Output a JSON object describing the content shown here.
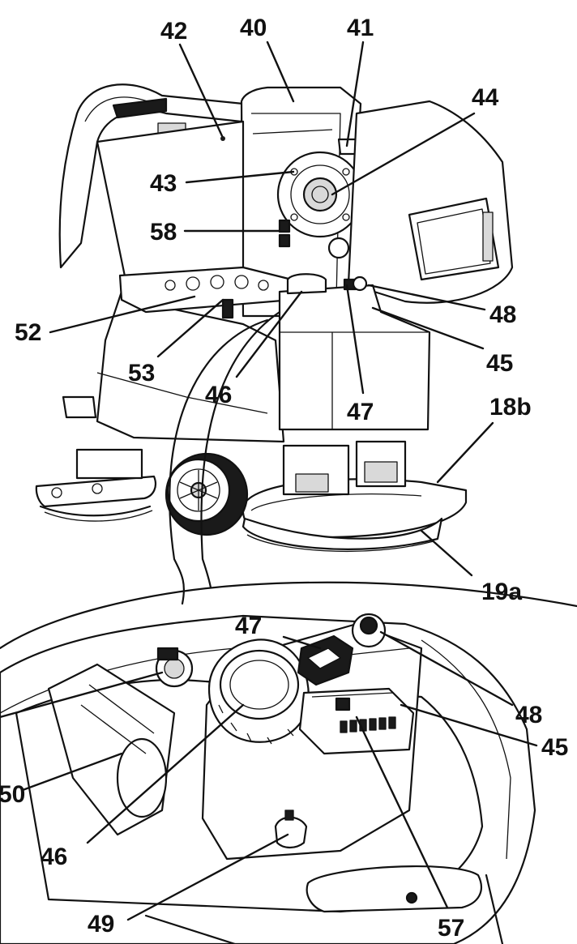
{
  "callouts": {
    "c40": "40",
    "c41": "41",
    "c42": "42",
    "c43": "43",
    "c44": "44",
    "c58": "58",
    "c52": "52",
    "c53": "53",
    "c46": "46",
    "c47": "47",
    "c48": "48",
    "c45": "45",
    "c18b": "18b",
    "c19a": "19a",
    "d47": "47",
    "d48": "48",
    "d45": "45",
    "d50": "50",
    "d46": "46",
    "d49": "49",
    "d57": "57"
  }
}
